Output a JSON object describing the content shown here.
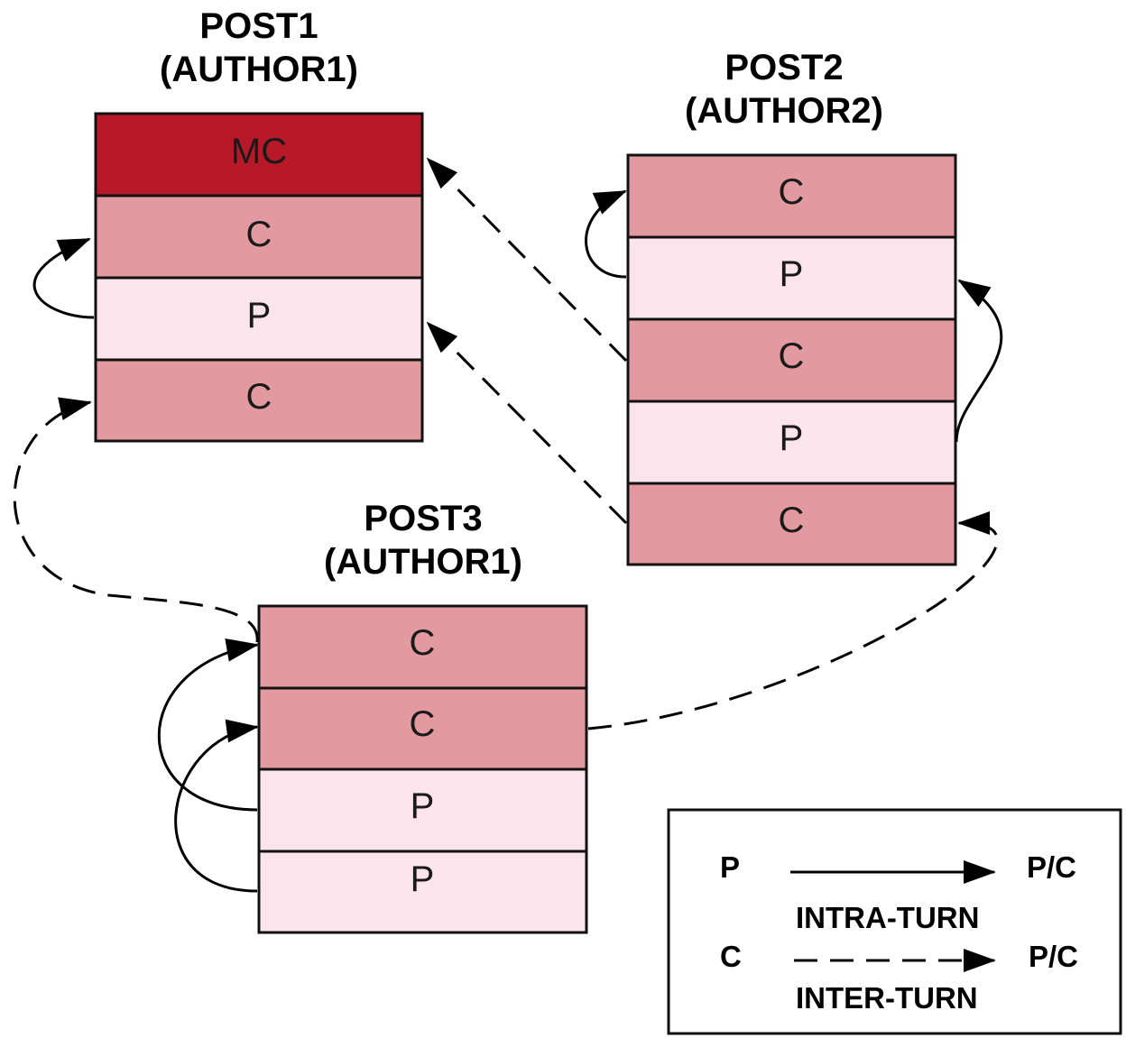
{
  "colors": {
    "MC": "#b81929",
    "C": "#e29aa0",
    "P": "#fbe4eb"
  },
  "posts": [
    {
      "title": "POST1",
      "author": "(AUTHOR1)",
      "cells": [
        "MC",
        "C",
        "P",
        "C"
      ]
    },
    {
      "title": "POST2",
      "author": "(AUTHOR2)",
      "cells": [
        "C",
        "P",
        "C",
        "P",
        "C"
      ]
    },
    {
      "title": "POST3",
      "author": "(AUTHOR1)",
      "cells": [
        "C",
        "C",
        "P",
        "P"
      ]
    }
  ],
  "edges": [
    {
      "from": "post1-cell-3",
      "to": "post1-cell-2",
      "style": "solid"
    },
    {
      "from": "post2-cell-2",
      "to": "post2-cell-1",
      "style": "solid"
    },
    {
      "from": "post2-cell-4",
      "to": "post2-cell-2",
      "style": "solid"
    },
    {
      "from": "post3-cell-3",
      "to": "post3-cell-1",
      "style": "solid"
    },
    {
      "from": "post3-cell-4",
      "to": "post3-cell-2",
      "style": "solid"
    },
    {
      "from": "post2-cell-3",
      "to": "post1-cell-1",
      "style": "dashed"
    },
    {
      "from": "post2-cell-5",
      "to": "post1-cell-3",
      "style": "dashed"
    },
    {
      "from": "post3-cell-1",
      "to": "post1-cell-4",
      "style": "dashed"
    },
    {
      "from": "post3-cell-2",
      "to": "post2-cell-5",
      "style": "dashed"
    }
  ],
  "legend": {
    "intra": {
      "source": "P",
      "target": "P/C",
      "label": "INTRA-TURN"
    },
    "inter": {
      "source": "C",
      "target": "P/C",
      "label": "INTER-TURN"
    }
  }
}
